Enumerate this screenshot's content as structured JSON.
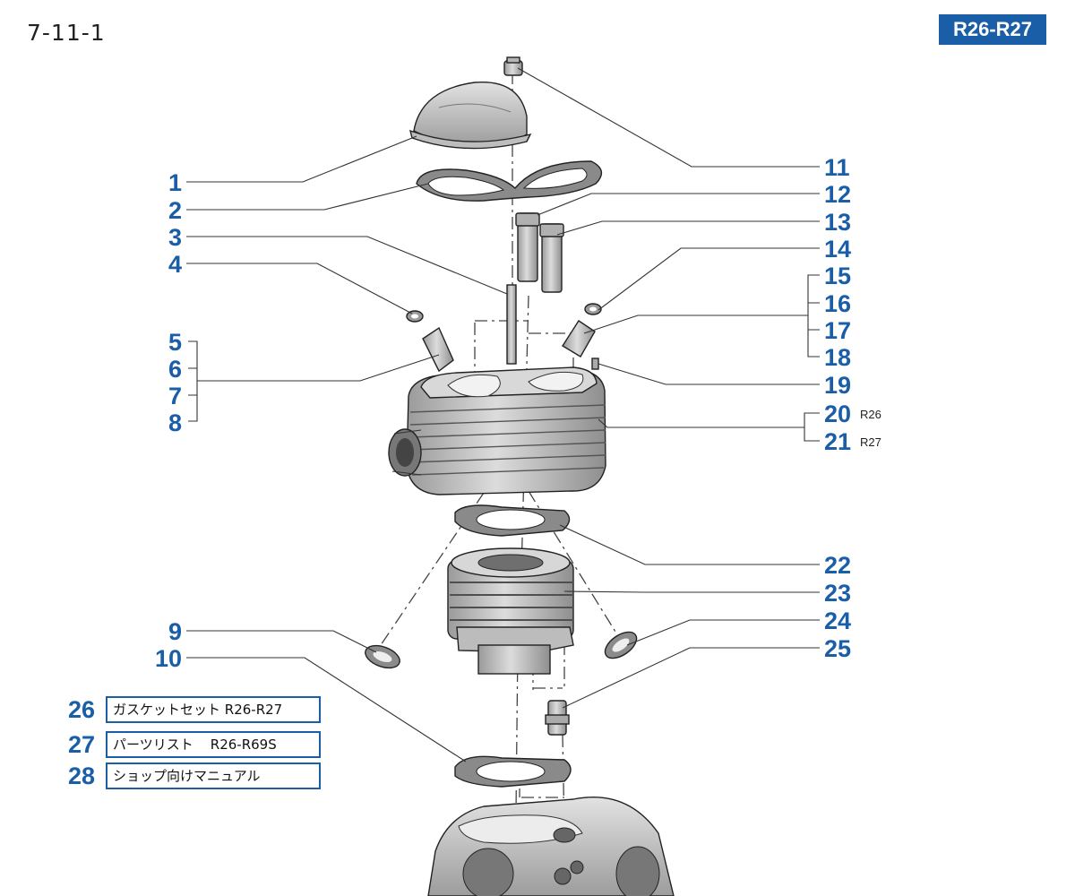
{
  "page_code": "7-11-1",
  "model_badge": "R26-R27",
  "callouts": {
    "c1": "1",
    "c2": "2",
    "c3": "3",
    "c4": "4",
    "c5": "5",
    "c6": "6",
    "c7": "7",
    "c8": "8",
    "c9": "9",
    "c10": "10",
    "c11": "11",
    "c12": "12",
    "c13": "13",
    "c14": "14",
    "c15": "15",
    "c16": "16",
    "c17": "17",
    "c18": "18",
    "c19": "19",
    "c20": "20",
    "c21": "21",
    "c22": "22",
    "c23": "23",
    "c24": "24",
    "c25": "25"
  },
  "variant_notes": {
    "n20": "R26",
    "n21": "R27"
  },
  "reference_items": [
    {
      "number": "26",
      "text": "ガスケットセット R26-R27"
    },
    {
      "number": "27",
      "text": "パーツリスト    R26-R69S"
    },
    {
      "number": "28",
      "text": "ショップ向けマニュアル"
    }
  ],
  "colors": {
    "accent": "#1a5ea8",
    "part_fill": "#c9c9c9",
    "line": "#333333"
  }
}
